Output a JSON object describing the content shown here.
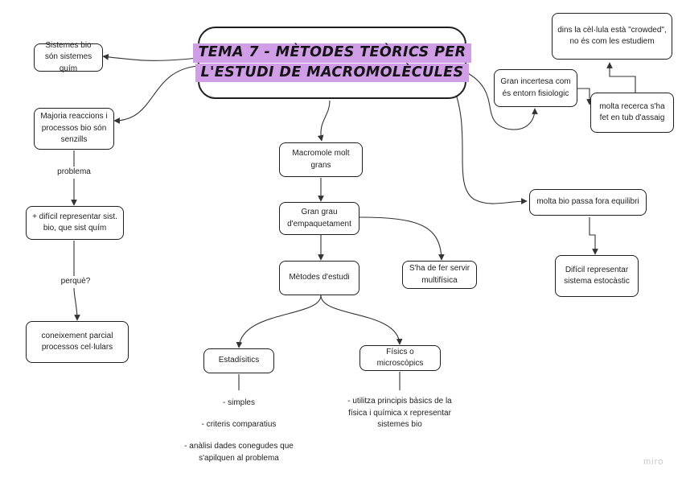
{
  "title": {
    "line1": "TEMA 7 - MÈTODES TEÒRICS PER",
    "line2": "L'ESTUDI DE MACROMOLÈCULES"
  },
  "nodes": {
    "sistemes": "Sistemes bio són sistemes quím",
    "majoria": "Majoria reaccions i processos bio són senzills",
    "dificil_representar": "+ difícil representar sist. bio, que sist quím",
    "coneixement": "coneixement parcial processos cel·lulars",
    "macromole": "Macromole molt grans",
    "empaquetament": "Gran grau d'empaquetament",
    "metodes": "Mètodes d'estudi",
    "multifisica": "S'ha de fer servir multifísica",
    "estadistics": "Estadísitics",
    "fisics": "Físics o microscòpics",
    "incertesa": "Gran incertesa com és entorn fisiologic",
    "crowded": "dins la cèl·lula està \"crowded\", no és com les estudiem",
    "recerca": "molta recerca s'ha fet en tub d'assaig",
    "equilibri": "molta bio passa fora equilibri",
    "estocastic": "Difícil representar sistema estocàstic"
  },
  "labels": {
    "problema": "problema",
    "perque": "perquè?"
  },
  "estadistics_notes": [
    "- simples",
    "- criteris comparatius",
    "- anàlisi dades conegudes que s'apilquen al problema"
  ],
  "fisics_note": "- utilitza principis bàsics de la física i química x representar sistemes bio",
  "watermark": "miro",
  "colors": {
    "title_highlight": "#cf9ee6",
    "border": "#1f1f1f",
    "line": "#333333"
  }
}
